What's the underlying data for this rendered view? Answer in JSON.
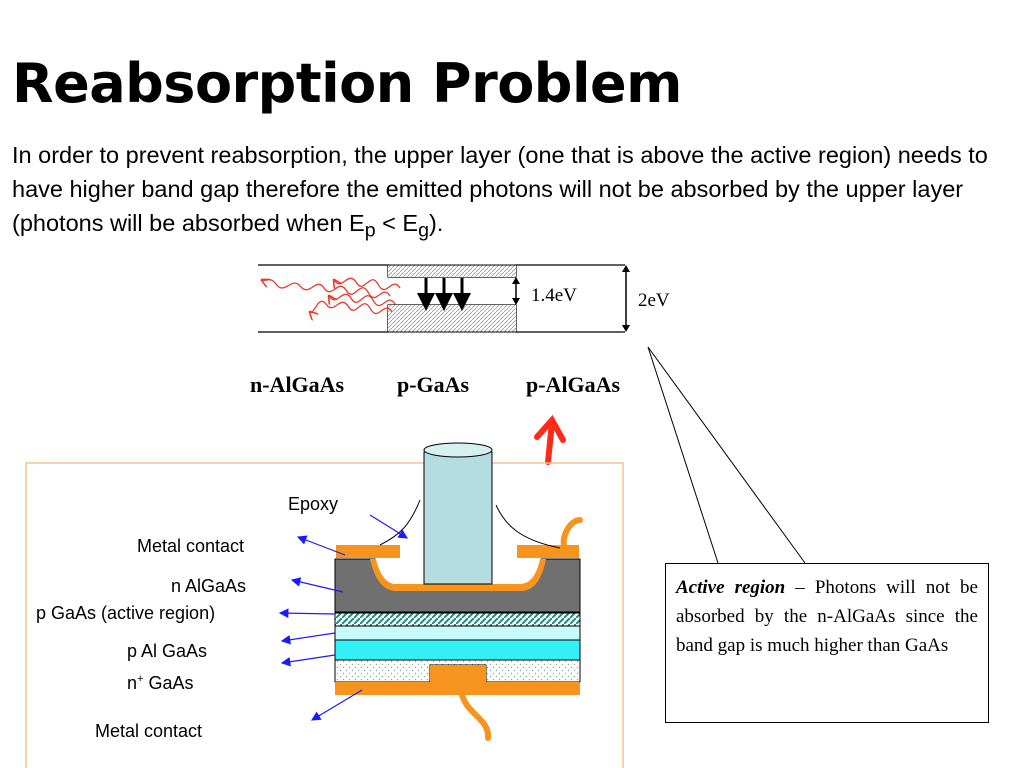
{
  "slide": {
    "title": "Reabsorption Problem",
    "body_main": "In order to prevent reabsorption, the upper layer (one that is above the active region) needs to have higher band gap therefore the emitted photons will not be absorbed by the upper layer (photons will be absorbed when E",
    "body_sub_p": "p",
    "body_lt": " < E",
    "body_sub_g": "g",
    "body_end": ")."
  },
  "band_diagram": {
    "layers": [
      "n-AlGaAs",
      "p-GaAs",
      "p-AlGaAs"
    ],
    "small_gap": "1.4eV",
    "large_gap": "2eV"
  },
  "device": {
    "labels": {
      "epoxy": "Epoxy",
      "metal_contact_top": "Metal contact",
      "n_algaas": "n AlGaAs",
      "p_gaas": "p GaAs (active region)",
      "p_algaas": "p Al GaAs",
      "n_plus_base": "n",
      "n_plus_sup": "+",
      "n_plus_rest": " GaAs",
      "metal_contact_bottom": "Metal contact"
    }
  },
  "note": {
    "emphasis": "Active region",
    "text": " – Photons will not be absorbed by the n-AlGaAs since the band gap is much higher than GaAs"
  },
  "colors": {
    "gold": "#f7941d",
    "grey": "#707070",
    "cyan_dark": "#33f0f7",
    "cyan_light": "#c8fafc",
    "epoxy_fiber": "#b3dde0",
    "red": "#ff0000",
    "box_border": "#f7c58f"
  }
}
